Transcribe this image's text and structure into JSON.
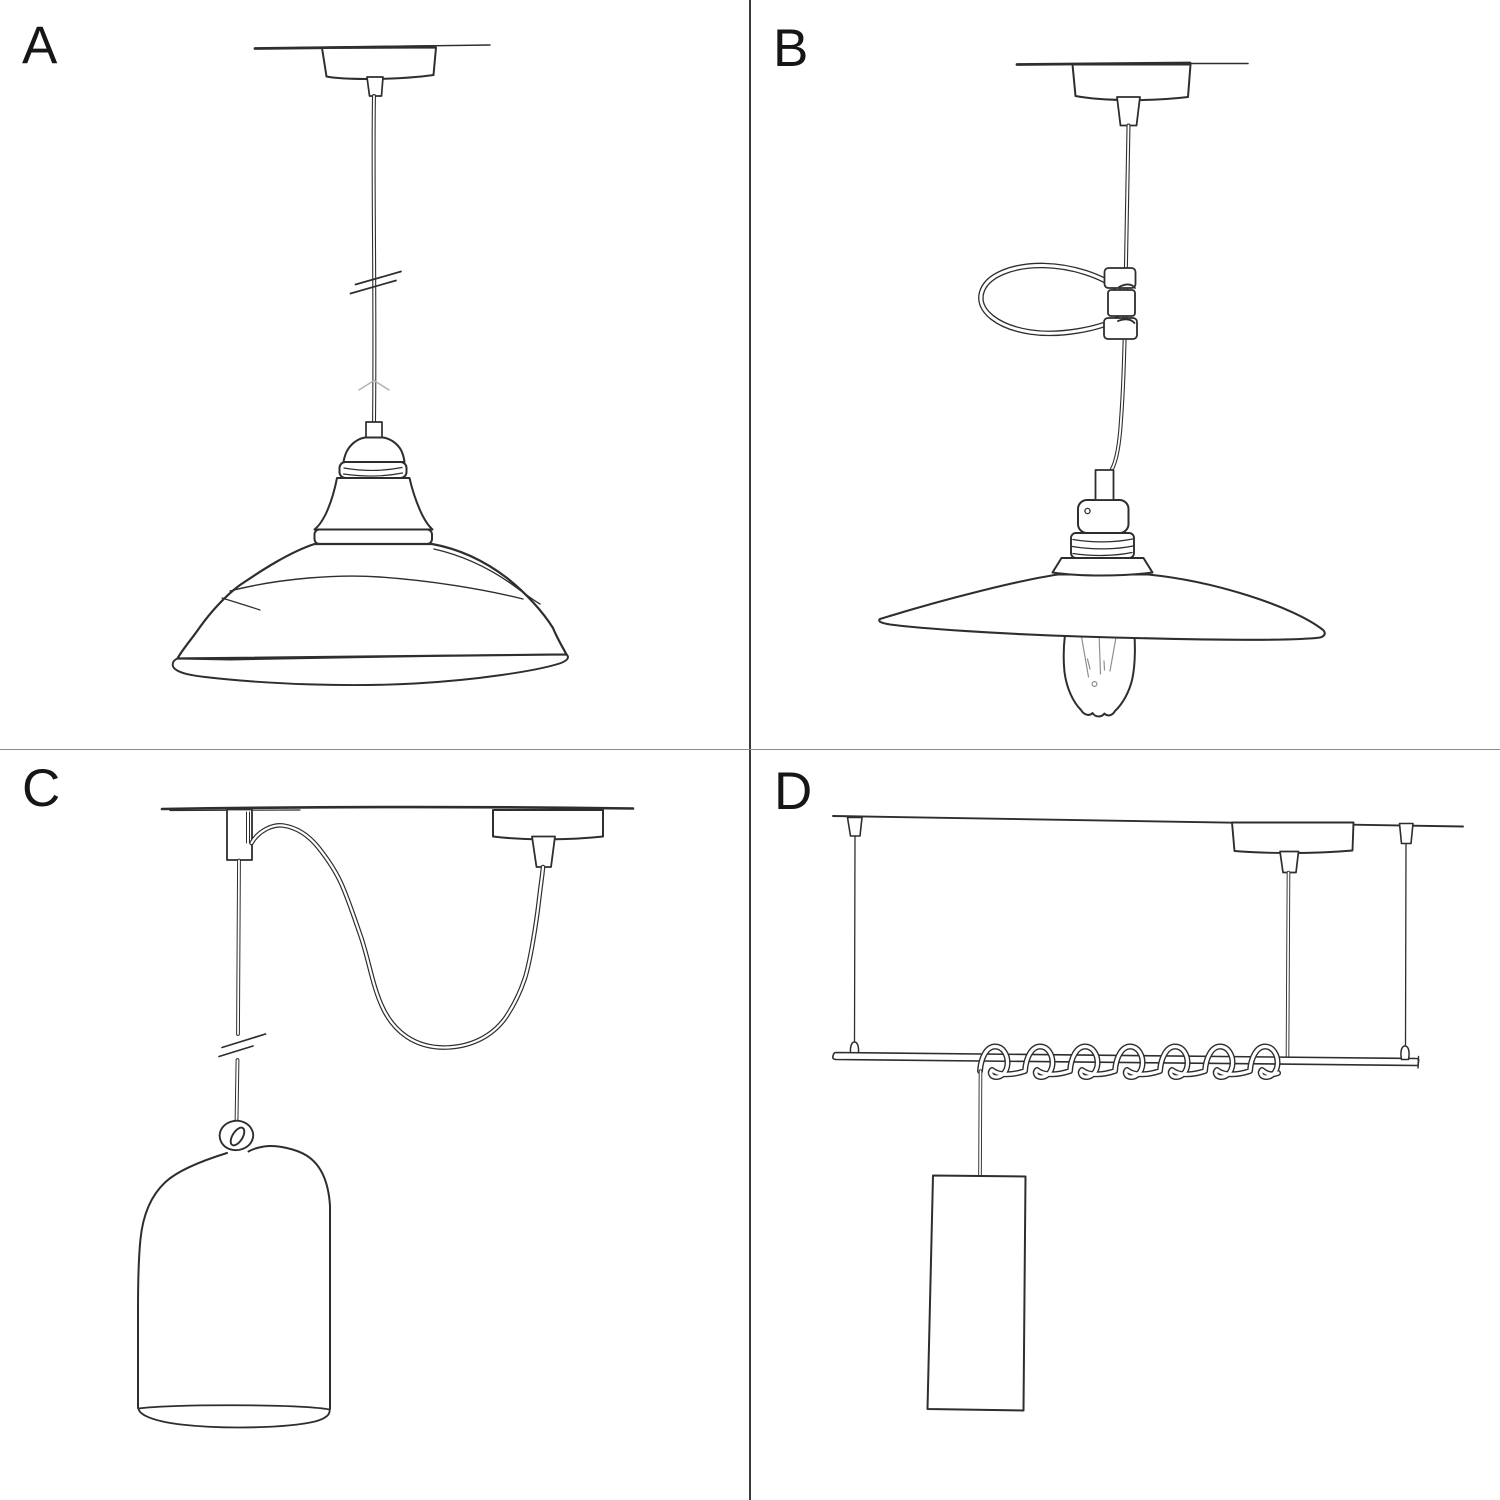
{
  "style": {
    "ink": "#2e2e2e",
    "light_ink": "#8f8f8f",
    "divider_vertical": "#3a3a3a",
    "divider_horizontal": "#8c8c8c",
    "background": "#ffffff"
  },
  "quadrants": [
    {
      "label": "A"
    },
    {
      "label": "B"
    },
    {
      "label": "C"
    },
    {
      "label": "D"
    }
  ]
}
